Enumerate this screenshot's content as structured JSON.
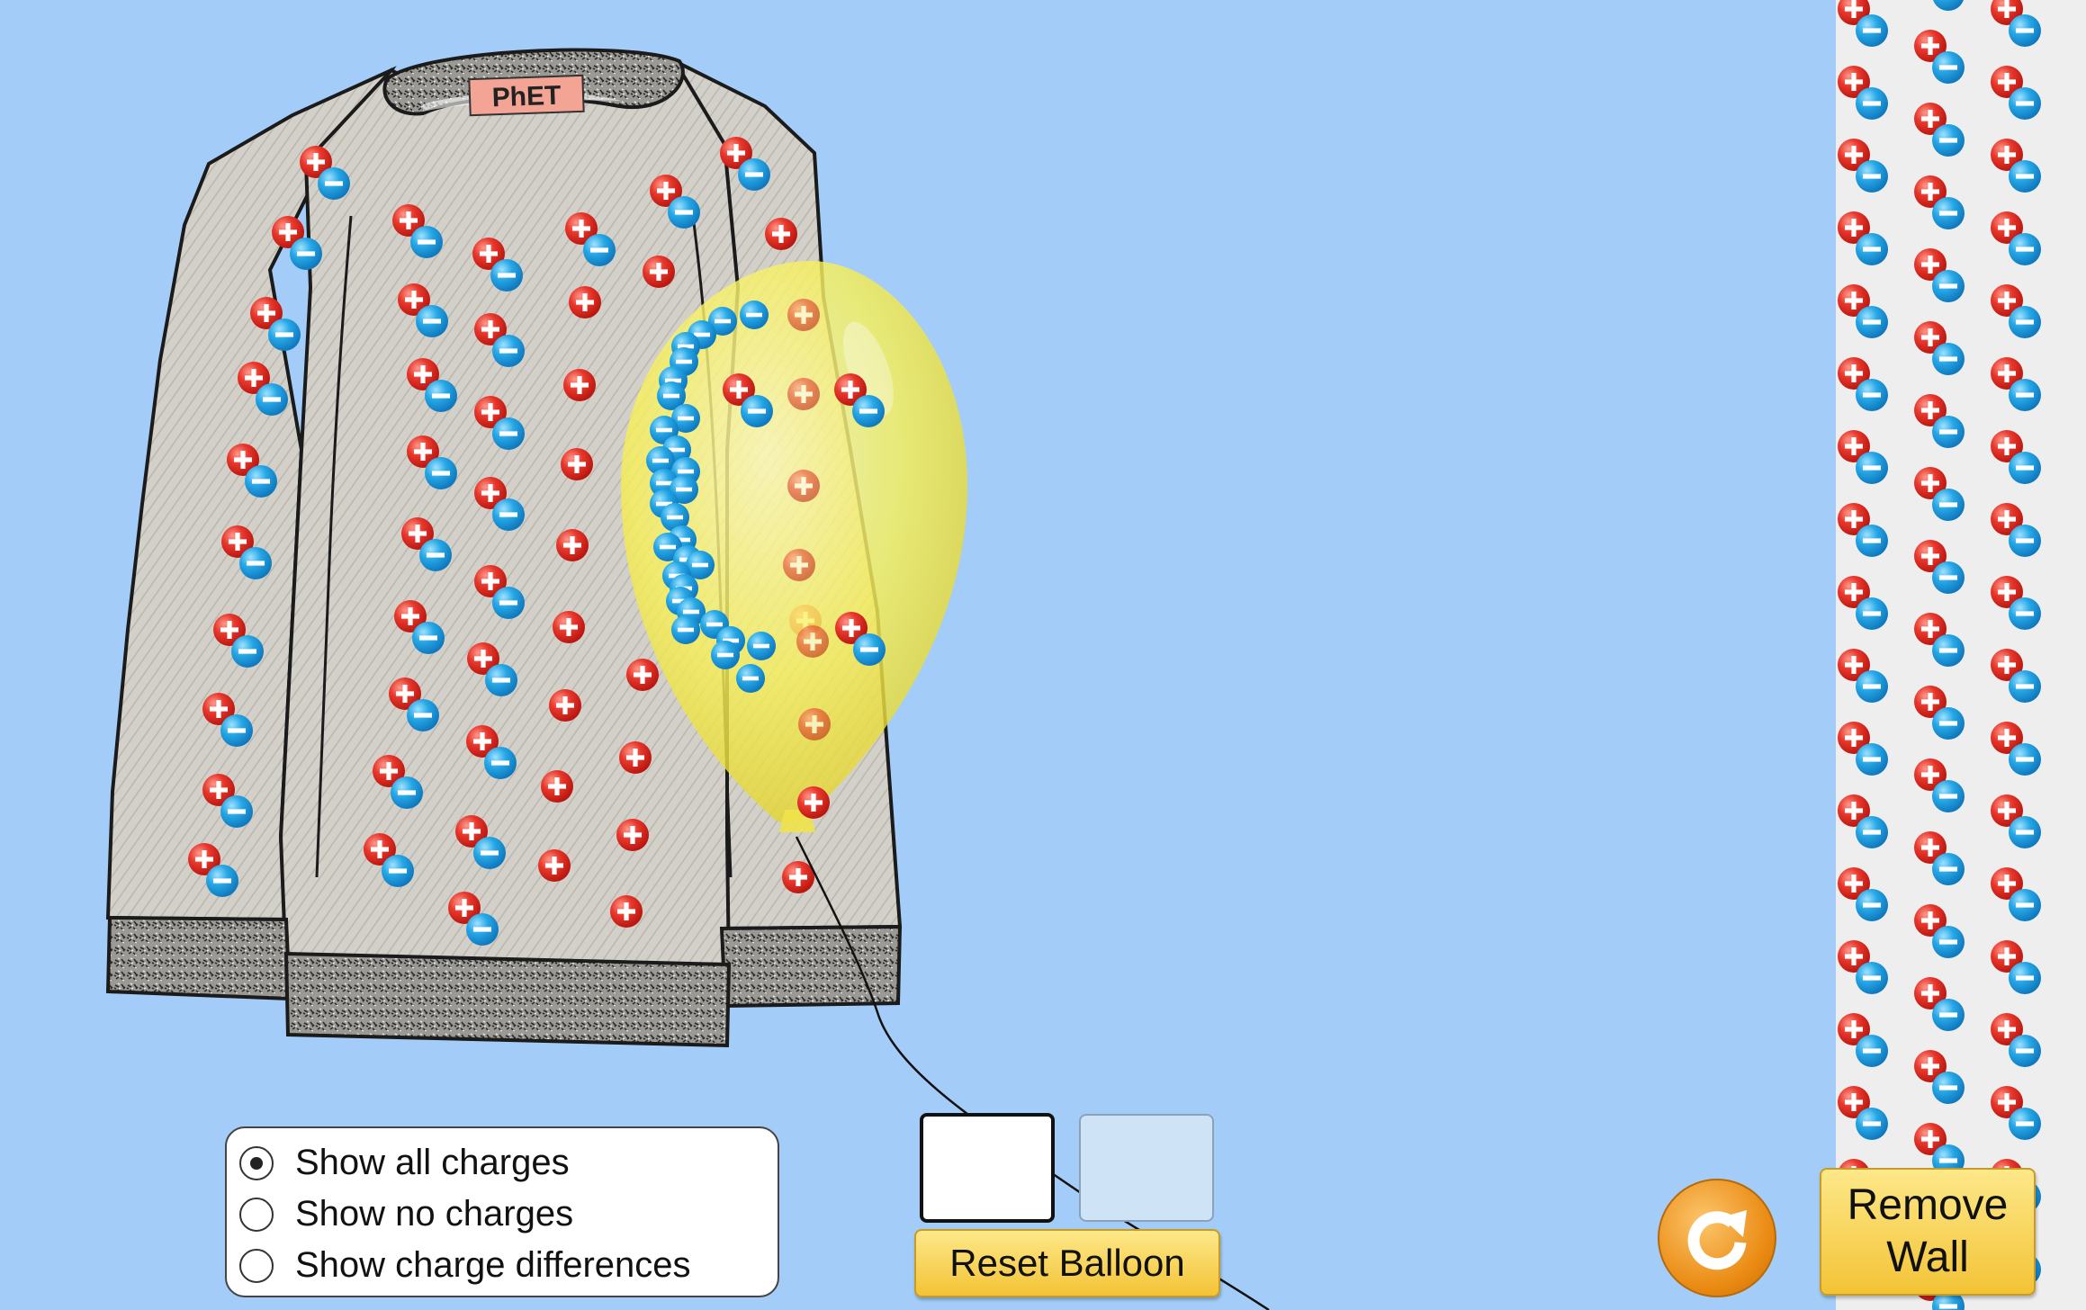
{
  "sweater": {
    "label": "PhET"
  },
  "charge_display": {
    "options": [
      {
        "label": "Show all charges",
        "selected": true
      },
      {
        "label": "Show no charges",
        "selected": false
      },
      {
        "label": "Show charge differences",
        "selected": false
      }
    ]
  },
  "balloon_selector": {
    "one_balloon": "one-balloon-icon",
    "two_balloons": "two-balloons-icon"
  },
  "reset_balloon": {
    "label": "Reset Balloon"
  },
  "remove_wall": {
    "line1": "Remove",
    "line2": "Wall"
  },
  "reset_all": {
    "icon": "refresh-icon"
  },
  "colors": {
    "background": "#a3cdf8",
    "positive_charge": "#e53935",
    "negative_charge": "#29a8e5",
    "balloon_yellow": "#f5ee55",
    "button_yellow": "#f7d45b",
    "reset_orange": "#ea8a12"
  }
}
